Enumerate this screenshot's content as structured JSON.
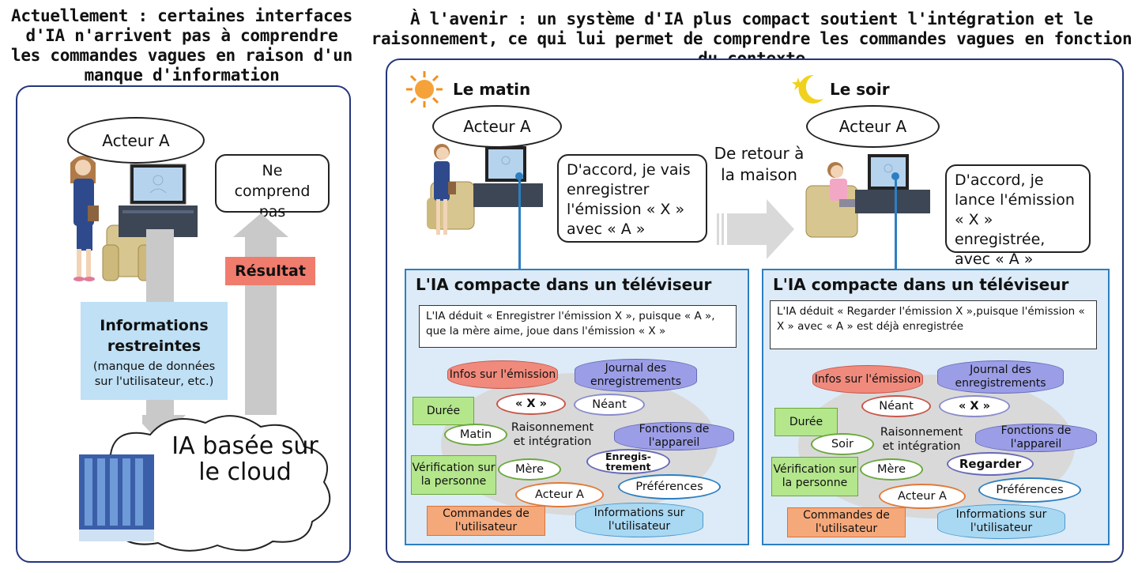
{
  "left": {
    "title": "Actuellement : certaines interfaces d'IA n'arrivent pas à comprendre les commandes vagues en raison d'un manque d'information",
    "speech": "Acteur A",
    "response": "Ne comprend pas",
    "result_label": "Résultat",
    "info_title": "Informations restreintes",
    "info_sub": "(manque de données sur l'utilisateur, etc.)",
    "cloud_ai": "IA basée sur le cloud"
  },
  "right": {
    "title": "À l'avenir : un système d'IA plus compact soutient l'intégration et le raisonnement, ce qui lui permet de comprendre les commandes vagues en fonction du contexte",
    "home_label": "De retour à la maison",
    "morning": {
      "label": "Le matin",
      "speech": "Acteur A",
      "response": "D'accord, je vais enregistrer l'émission « X » avec « A »",
      "ai_title": "L'IA compacte dans un téléviseur",
      "deduction": "L'IA déduit « Enregistrer l'émission X », puisque « A », que la mère aime, joue dans l'émission « X »",
      "nodes": {
        "program_info": "Infos sur l'émission",
        "rec_log": "Journal des enregistrements",
        "duration": "Durée",
        "x": "« X »",
        "none": "Néant",
        "time": "Matin",
        "reasoning": "Raisonnement et intégration",
        "device": "Fonctions de l'appareil",
        "verify": "Vérification sur la personne",
        "mother": "Mère",
        "action": "Enregis-trement",
        "prefs": "Préférences",
        "actor": "Acteur A",
        "commands": "Commandes de l'utilisateur",
        "user_info": "Informations sur l'utilisateur"
      }
    },
    "evening": {
      "label": "Le soir",
      "speech": "Acteur A",
      "response": "D'accord, je lance l'émission « X » enregistrée, avec « A »",
      "ai_title": "L'IA compacte dans un téléviseur",
      "deduction": "L'IA déduit « Regarder l'émission X »,puisque l'émission « X » avec « A » est déjà enregistrée",
      "nodes": {
        "program_info": "Infos sur l'émission",
        "rec_log": "Journal des enregistrements",
        "duration": "Durée",
        "x": "« X »",
        "none": "Néant",
        "time": "Soir",
        "reasoning": "Raisonnement et intégration",
        "device": "Fonctions de l'appareil",
        "verify": "Vérification sur la personne",
        "mother": "Mère",
        "action": "Regarder",
        "prefs": "Préférences",
        "actor": "Acteur A",
        "commands": "Commandes de l'utilisateur",
        "user_info": "Informations sur l'utilisateur"
      }
    }
  },
  "colors": {
    "panel_border": "#24357a",
    "ai_box": "#dcebf7",
    "result": "#f07c6e",
    "info": "#bfe0f5"
  }
}
